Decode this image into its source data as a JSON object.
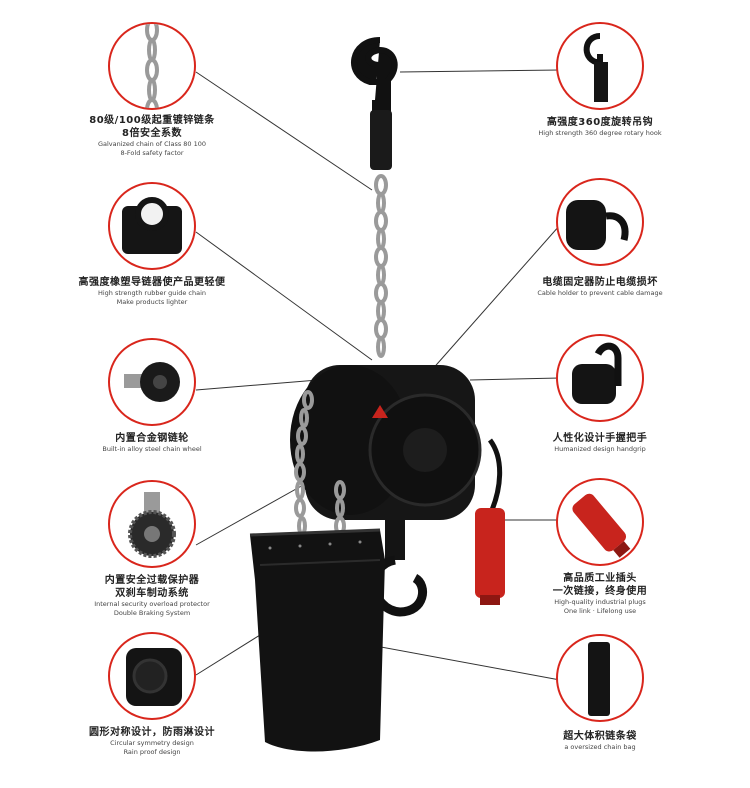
{
  "features": [
    {
      "id": "chain",
      "zh1": "80级/100级起重镀锌链条",
      "zh2": "8倍安全系数",
      "en1": "Galvanized chain of Class 80 100",
      "en2": "8-Fold safety factor"
    },
    {
      "id": "hook",
      "zh1": "高强度360度旋转吊钩",
      "zh2": "",
      "en1": "High strength 360 degree rotary hook",
      "en2": ""
    },
    {
      "id": "guide",
      "zh1": "高强度橡塑导链器使产品更轻便",
      "zh2": "",
      "en1": "High strength rubber guide chain",
      "en2": "Make products lighter"
    },
    {
      "id": "cable",
      "zh1": "电缆固定器防止电缆损坏",
      "zh2": "",
      "en1": "Cable holder to prevent cable damage",
      "en2": ""
    },
    {
      "id": "wheel",
      "zh1": "内置合金钢链轮",
      "zh2": "",
      "en1": "Built-in alloy steel chain wheel",
      "en2": ""
    },
    {
      "id": "grip",
      "zh1": "人性化设计手握把手",
      "zh2": "",
      "en1": "Humanized design handgrip",
      "en2": ""
    },
    {
      "id": "protector",
      "zh1": "内置安全过载保护器",
      "zh2": "双刹车制动系统",
      "en1": "Internal security overload protector",
      "en2": "Double Braking System"
    },
    {
      "id": "plug",
      "zh1": "高品质工业插头",
      "zh2": "一次链接，终身使用",
      "en1": "High-quality industrial plugs",
      "en2": "One link · Lifelong use"
    },
    {
      "id": "symmetry",
      "zh1": "圆形对称设计，防雨淋设计",
      "zh2": "",
      "en1": "Circular symmetry design",
      "en2": "Rain proof design"
    },
    {
      "id": "bag",
      "zh1": "超大体积链条袋",
      "zh2": "",
      "en1": "a oversized chain bag",
      "en2": ""
    }
  ],
  "colors": {
    "ring": "#d9261c",
    "body": "#141414",
    "plug": "#c8241d"
  }
}
